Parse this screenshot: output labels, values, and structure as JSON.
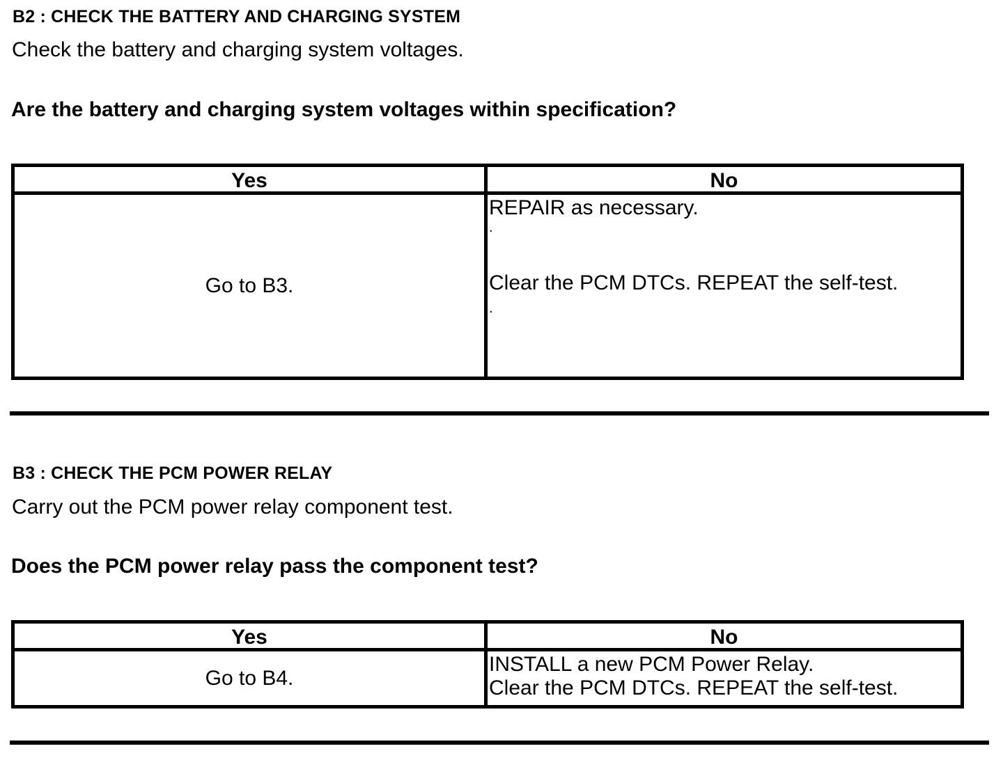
{
  "document": {
    "background": "#ffffff",
    "text_color": "#000000",
    "sections": [
      {
        "step_heading": "B2 : CHECK THE BATTERY AND CHARGING SYSTEM",
        "instruction": "Check the battery and charging system voltages.",
        "question": "Are the battery and charging system voltages within specification?",
        "result_table": {
          "yes_header": "Yes",
          "no_header": "No",
          "yes_action": "Go to B3.",
          "no_action_lines": [
            "REPAIR as necessary.",
            ".",
            "Clear the PCM DTCs. REPEAT the self-test.",
            "."
          ]
        }
      },
      {
        "step_heading": "B3 : CHECK THE PCM POWER RELAY",
        "instruction": "Carry out the PCM power relay component test.",
        "question": "Does the PCM power relay pass the component test?",
        "result_table": {
          "yes_header": "Yes",
          "no_header": "No",
          "yes_action": "Go to B4.",
          "no_action_lines": [
            "INSTALL a new PCM Power Relay.",
            "Clear the PCM DTCs. REPEAT the self-test."
          ]
        }
      }
    ]
  }
}
